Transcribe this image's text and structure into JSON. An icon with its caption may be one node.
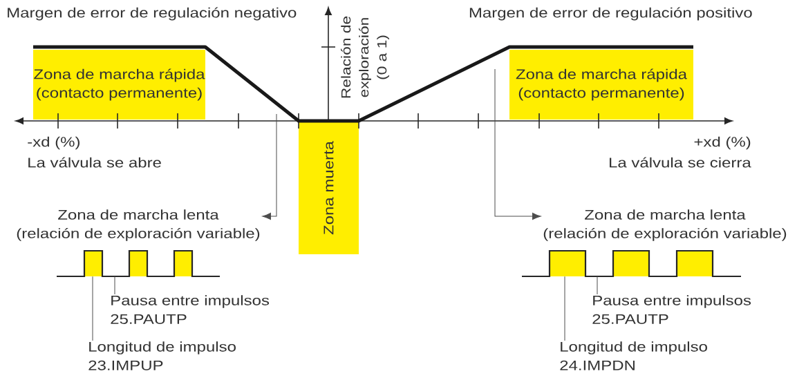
{
  "diagram": {
    "nodes": [
      {
        "text": [
          "Zona de marcha rápida",
          "(contacto permanente)"
        ]
      },
      {
        "text": [
          "Zona de marcha rápida",
          "(contacto permanente)"
        ]
      },
      {
        "text": [
          "Zona muerta"
        ]
      },
      {
        "text": [
          "Zona de marcha lenta",
          "(relación de exploración variable)"
        ]
      },
      {
        "text": [
          "Zona de marcha lenta",
          "(relación de exploración variable)"
        ]
      },
      {
        "text": [],
        "shape": "picture"
      },
      {
        "text": [],
        "shape": "picture"
      },
      {
        "text": [
          "Pausa entre impulsos",
          "25.PAUTP"
        ]
      },
      {
        "text": [
          "Longitud de impulso",
          "23.IMPUP"
        ]
      },
      {
        "text": [
          "Pausa entre impulsos",
          "25.PAUTP"
        ]
      },
      {
        "text": [
          "Longitud de impulso",
          "24.IMPDN"
        ]
      }
    ],
    "edges": [
      {
        "from": null,
        "to": 3,
        "arrow": "to"
      },
      {
        "from": null,
        "to": 4,
        "arrow": "to"
      },
      {
        "from": 7,
        "to": 5,
        "arrow": "none"
      },
      {
        "from": 8,
        "to": 5,
        "arrow": "none"
      },
      {
        "from": 9,
        "to": 6,
        "arrow": "none"
      },
      {
        "from": 10,
        "to": 6,
        "arrow": "none"
      }
    ],
    "labels": [
      "Margen de error de regulación negativo",
      "Relación de exploración (0 a 1)",
      "Margen de error de regulación positivo",
      "-xd (%)",
      "La válvula se abre",
      "+xd (%)",
      "La válvula se cierra"
    ]
  }
}
